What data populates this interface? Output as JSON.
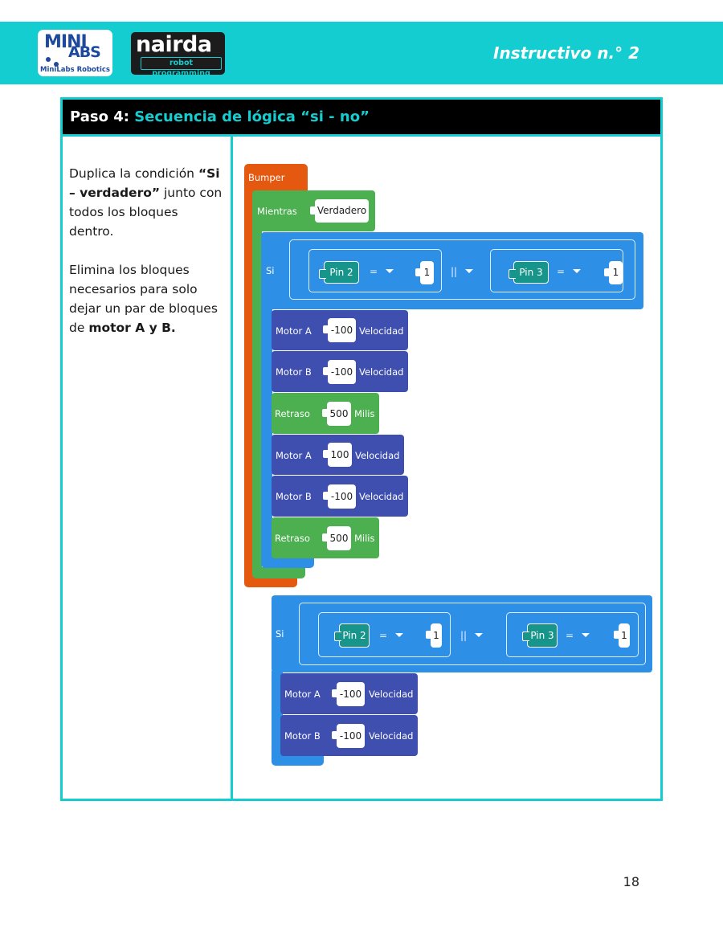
{
  "header": {
    "logo_minilabs": {
      "top": "MINI",
      "abs": "ABS",
      "sub": "MiniLabs Robotics"
    },
    "logo_nairda": {
      "word": "nairda",
      "tag": "robot programming"
    },
    "title": "Instructivo n.° 2"
  },
  "step": {
    "label": "Paso 4:",
    "title": "Secuencia de lógica “si - no”"
  },
  "instructions": {
    "p1_a": "Duplica la condición ",
    "p1_b": "“Si – verdadero”",
    "p1_c": " junto con todos los bloques dentro.",
    "p2_a": "Elimina los bloques necesarios para solo dejar un par de bloques de ",
    "p2_b": "motor A y B."
  },
  "blocks": {
    "bumper": "Bumper",
    "while": {
      "label": "Mientras",
      "value": "Verdadero"
    },
    "if1": {
      "label": "Si",
      "left": {
        "pin": "Pin 2",
        "op": "=",
        "value": "1"
      },
      "logic": "||",
      "right": {
        "pin": "Pin 3",
        "op": "=",
        "value": "1"
      }
    },
    "body1": [
      {
        "label": "Motor A",
        "value": "-100",
        "unit": "Velocidad"
      },
      {
        "label": "Motor B",
        "value": "-100",
        "unit": "Velocidad"
      },
      {
        "label": "Retraso",
        "value": "500",
        "unit": "Milis"
      },
      {
        "label": "Motor A",
        "value": "100",
        "unit": "Velocidad"
      },
      {
        "label": "Motor B",
        "value": "-100",
        "unit": "Velocidad"
      },
      {
        "label": "Retraso",
        "value": "500",
        "unit": "Milis"
      }
    ],
    "if2": {
      "label": "Si",
      "left": {
        "pin": "Pin 2",
        "op": "=",
        "value": "1"
      },
      "logic": "||",
      "right": {
        "pin": "Pin 3",
        "op": "=",
        "value": "1"
      }
    },
    "body2": [
      {
        "label": "Motor A",
        "value": "-100",
        "unit": "Velocidad"
      },
      {
        "label": "Motor B",
        "value": "-100",
        "unit": "Velocidad"
      }
    ]
  },
  "colors": {
    "accent": "#14cdd0",
    "bumper": "#e4590f",
    "loop": "#4caf50",
    "logic": "#2d8fe6",
    "motor": "#3f4fb0",
    "delay": "#4caf50",
    "pin": "#17958a"
  },
  "page_number": "18"
}
